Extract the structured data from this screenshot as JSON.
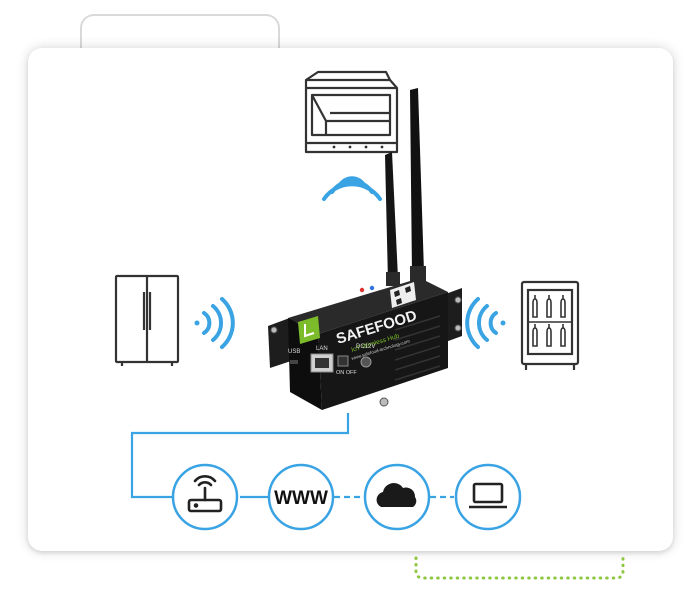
{
  "device": {
    "brand": "SAFEFOOD",
    "model": "IoT Wireless Hub",
    "website": "www.safefood-technology.com",
    "ports": {
      "usb": "USB",
      "lan": "LAN",
      "power_switch": "ON OFF",
      "dc": "DC12V"
    }
  },
  "network_chain": [
    {
      "name": "router",
      "label": ""
    },
    {
      "name": "internet",
      "label": "WWW"
    },
    {
      "name": "cloud",
      "label": ""
    },
    {
      "name": "laptop",
      "label": ""
    }
  ],
  "colors": {
    "accent_blue": "#3aa3e3",
    "dotted_green": "#8dc63f",
    "device_body": "#1a1a1a",
    "logo_green": "#7cbc2a",
    "icon_stroke": "#333333"
  },
  "icons": [
    "display-case-icon",
    "wifi-signal-icon",
    "refrigerator-icon",
    "wine-cooler-icon",
    "router-icon",
    "www-icon",
    "cloud-icon",
    "laptop-icon"
  ]
}
